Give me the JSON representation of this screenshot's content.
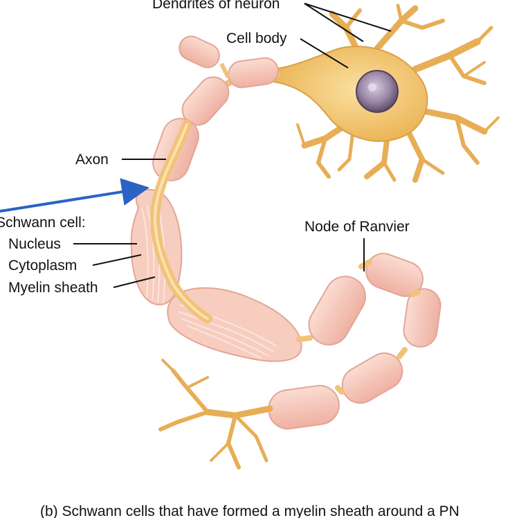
{
  "labels": {
    "dendrites": "Dendrites of neuron",
    "cell_body": "Cell body",
    "axon": "Axon",
    "schwann_cell": "Schwann cell:",
    "nucleus": "Nucleus",
    "cytoplasm": "Cytoplasm",
    "myelin_sheath": "Myelin sheath",
    "node_of_ranvier": "Node of Ranvier"
  },
  "caption": "(b)  Schwann cells that have formed a myelin sheath around a PN",
  "colors": {
    "schwann_fill": "#f6c6b9",
    "schwann_edge": "#e3a596",
    "axon_fill": "#f1c27a",
    "neuron_fill": "#f5c66d",
    "neuron_edge": "#d9a048",
    "nucleus": "#8f7a9a",
    "arrow": "#2a63c4"
  }
}
